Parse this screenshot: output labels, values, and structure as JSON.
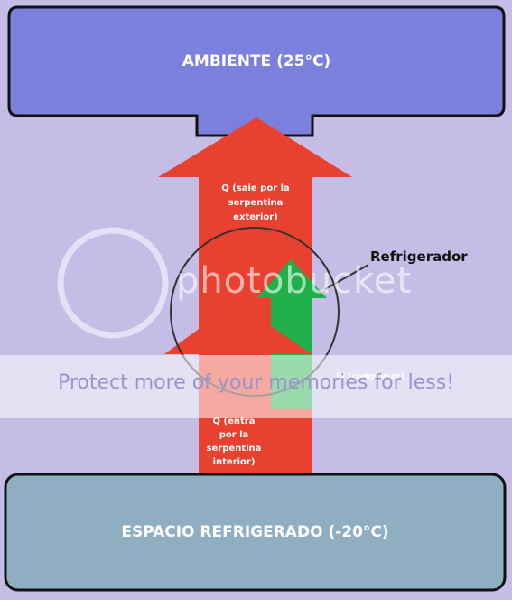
{
  "top_box": {
    "label": "AMBIENTE (25°C)",
    "color": "#7b80dc"
  },
  "bottom_box": {
    "label": "ESPACIO REFRIGERADO (-20°C)",
    "color": "#90aec2"
  },
  "upper_arrow": {
    "label": "Q (sale por la serpentina exterior)",
    "color": "#e8412f"
  },
  "lower_arrow": {
    "label": "Q (entra por la serpentina interior)",
    "color": "#e8412f"
  },
  "work_arrow": {
    "label": "W (compresor)",
    "color": "#1fb04a"
  },
  "device": {
    "label": "Refrigerador"
  },
  "watermark": {
    "brand": "photobucket",
    "tagline": "Protect more of your memories for less!"
  }
}
